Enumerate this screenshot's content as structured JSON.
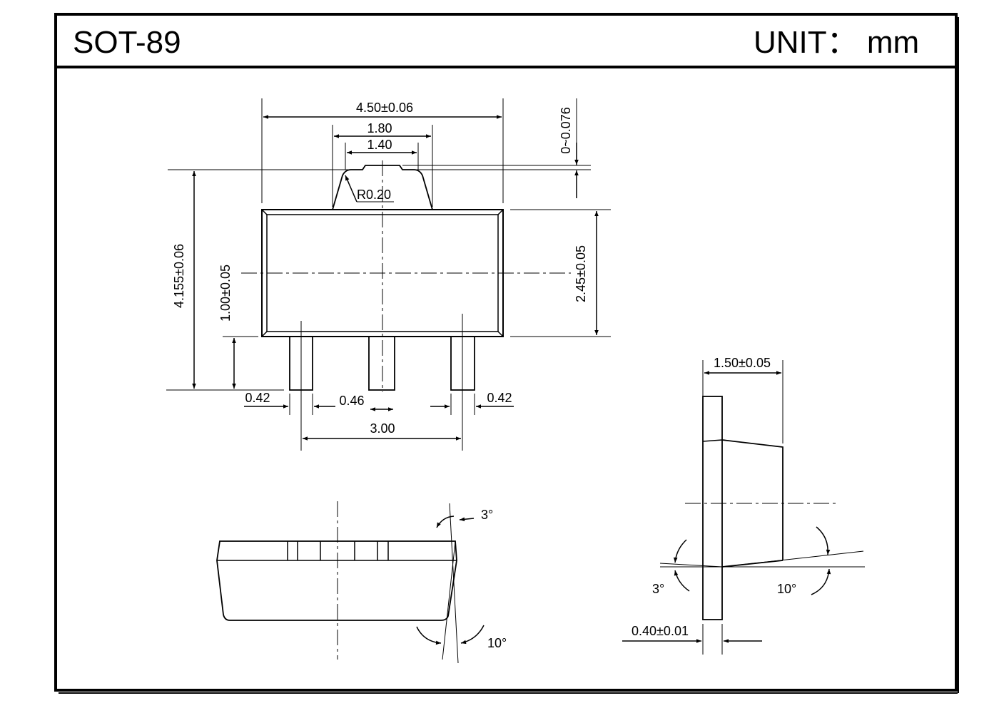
{
  "header": {
    "package_name": "SOT-89",
    "unit_label": "UNIT： mm"
  },
  "dimensions": {
    "body_length": "4.50±0.06",
    "tab_top_width": "1.80",
    "tab_flat_width": "1.40",
    "tab_radius": "R0.20",
    "tab_offset": "0~0.076",
    "total_height": "4.155±0.06",
    "lead_length": "1.00±0.05",
    "body_width": "2.45±0.05",
    "outer_lead_width_left": "0.42",
    "center_lead_width": "0.46",
    "outer_lead_width_right": "0.42",
    "lead_pitch": "3.00",
    "body_thickness": "1.50±0.05",
    "lead_thickness": "0.40±0.01"
  },
  "angles": {
    "front_draft_top": "3°",
    "front_draft_bottom": "10°",
    "side_draft_left": "3°",
    "side_draft_right": "10°"
  }
}
